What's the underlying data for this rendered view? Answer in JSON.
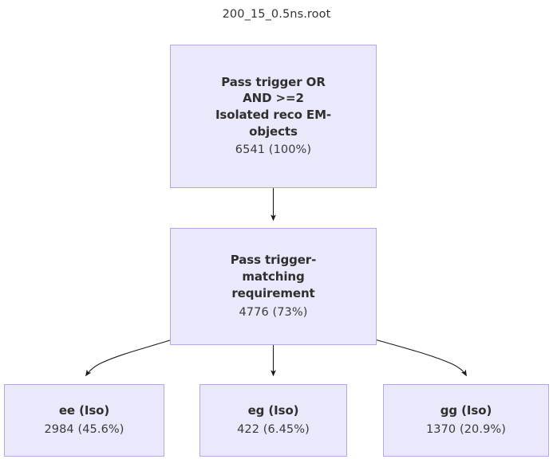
{
  "diagram": {
    "title": "200_15_0.5ns.root",
    "type": "flowchart",
    "nodes": [
      {
        "id": "node-top",
        "label": "Pass trigger OR\nAND >=2\nIsolated reco EM-\nobjects",
        "count": "6541 (100%)",
        "events": 6541,
        "percent": "100%"
      },
      {
        "id": "node-match",
        "label": "Pass trigger-\nmatching\nrequirement",
        "count": "4776 (73%)",
        "events": 4776,
        "percent": "73%"
      },
      {
        "id": "node-ee",
        "label": "ee (Iso)",
        "count": "2984 (45.6%)",
        "events": 2984,
        "percent": "45.6%"
      },
      {
        "id": "node-eg",
        "label": "eg (Iso)",
        "count": "422 (6.45%)",
        "events": 422,
        "percent": "6.45%"
      },
      {
        "id": "node-gg",
        "label": "gg (Iso)",
        "count": "1370 (20.9%)",
        "events": 1370,
        "percent": "20.9%"
      }
    ],
    "edges": [
      {
        "from": "node-top",
        "to": "node-match",
        "shape": "straight"
      },
      {
        "from": "node-match",
        "to": "node-ee",
        "shape": "curve-left"
      },
      {
        "from": "node-match",
        "to": "node-eg",
        "shape": "straight"
      },
      {
        "from": "node-match",
        "to": "node-gg",
        "shape": "curve-right"
      }
    ],
    "colors": {
      "node_fill": "#e9e9fb",
      "node_border": "#b8a6e4",
      "edge": "#1a1a1a",
      "text": "#2f2f2f",
      "background": "#ffffff"
    }
  }
}
